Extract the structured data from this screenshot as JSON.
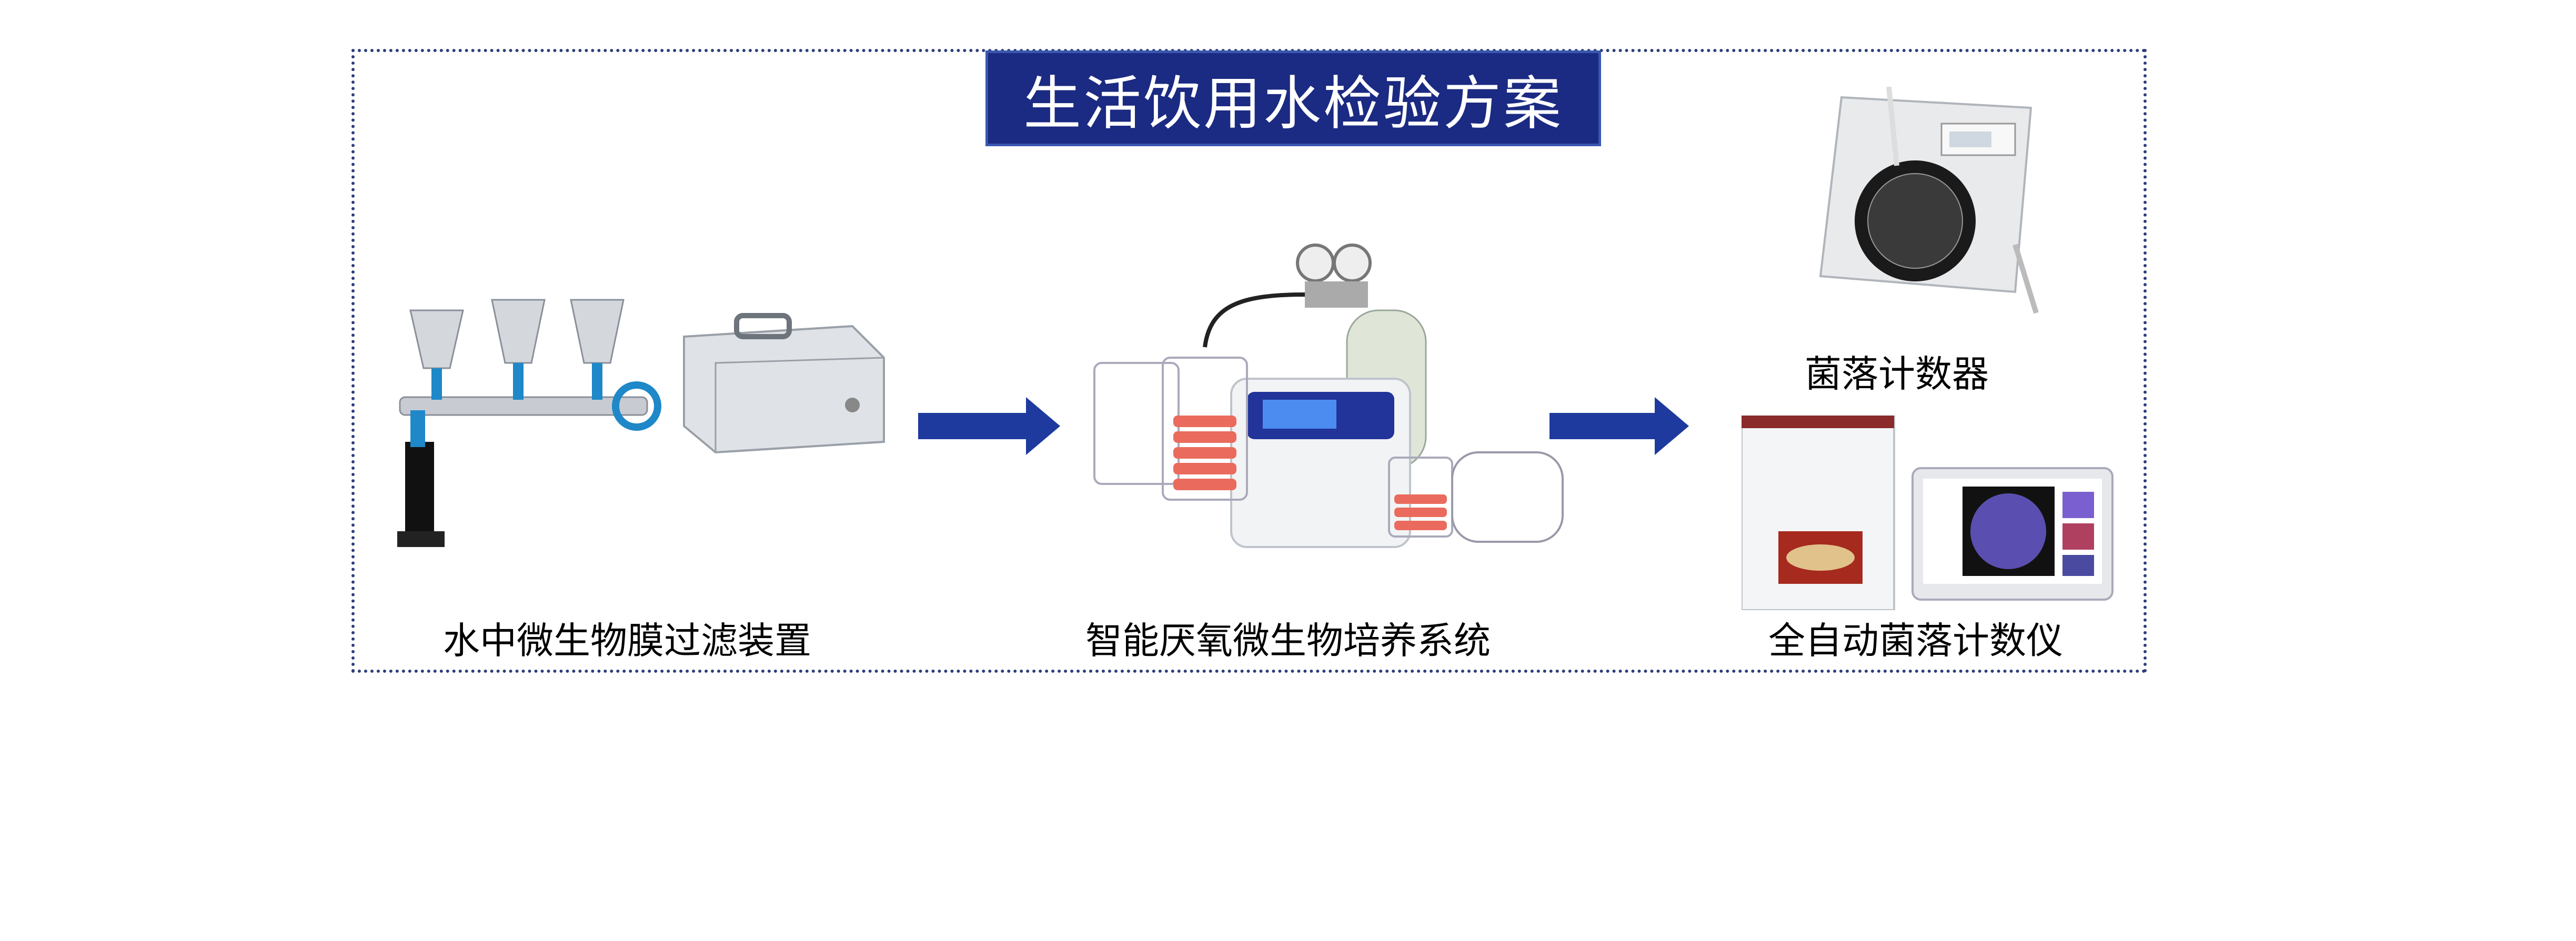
{
  "title": "生活饮用水检验方案",
  "devices": [
    {
      "label": "水中微生物膜过滤装置",
      "icon": "membrane-filtration-apparatus"
    },
    {
      "label": "智能厌氧微生物培养系统",
      "icon": "anaerobic-culture-system"
    },
    {
      "label": "菌落计数器",
      "icon": "colony-counter"
    },
    {
      "label": "全自动菌落计数仪",
      "icon": "automatic-colony-counter"
    }
  ],
  "colors": {
    "title_bg": "#1b2a82",
    "frame": "#2c3e7a",
    "arrow": "#1e3a9e"
  }
}
